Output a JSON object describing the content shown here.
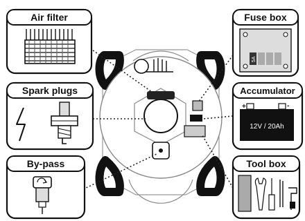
{
  "panels": {
    "air_filter": "Air filter",
    "spark_plugs": "Spark plugs",
    "bypass": "By-pass",
    "fuse_box": "Fuse box",
    "accumulator": "Accumulator",
    "tool_box": "Tool box"
  },
  "accumulator": {
    "battery_label": "12V / 20Ah",
    "plus": "+",
    "minus": "-"
  },
  "fuse_box": {
    "fuse_rating": "5A"
  }
}
